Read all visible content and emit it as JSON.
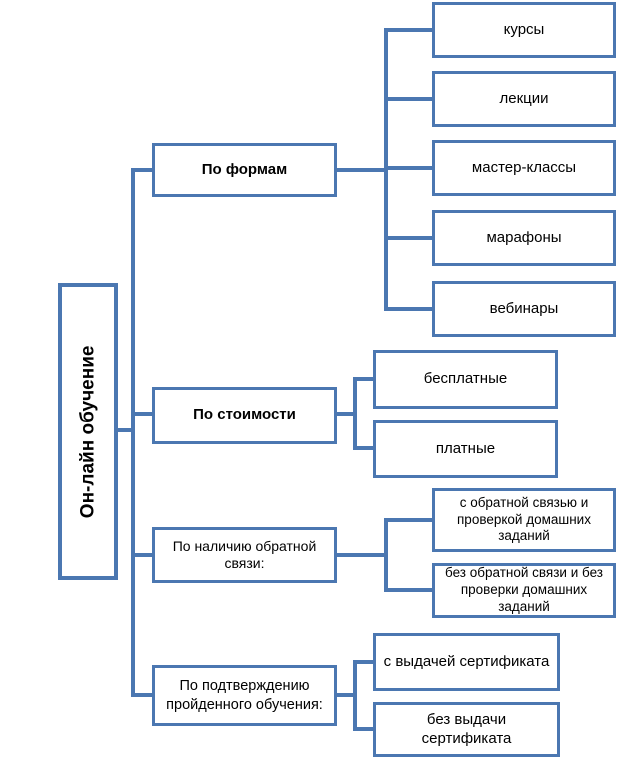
{
  "diagram": {
    "type": "tree",
    "direction": "left-to-right",
    "colors": {
      "box_border": "#4b77b1",
      "connector_line": "#4b77b1",
      "box_fill": "#ffffff",
      "text": "#000000",
      "background": "#ffffff"
    }
  },
  "root": {
    "label": "Он-лайн обучение"
  },
  "branches": [
    {
      "label": "По формам",
      "bold": true,
      "children": [
        "курсы",
        "лекции",
        "мастер-классы",
        "марафоны",
        "вебинары"
      ]
    },
    {
      "label": "По стоимости",
      "bold": true,
      "children": [
        "бесплатные",
        "платные"
      ]
    },
    {
      "label": "По наличию обратной связи:",
      "bold": false,
      "children": [
        "с обратной связью и проверкой домашних заданий",
        "без обратной связи и без проверки домашних заданий"
      ]
    },
    {
      "label": "По подтверждению пройденного обучения:",
      "bold": false,
      "children": [
        "с выдачей сертификата",
        "без выдачи сертификата"
      ]
    }
  ]
}
